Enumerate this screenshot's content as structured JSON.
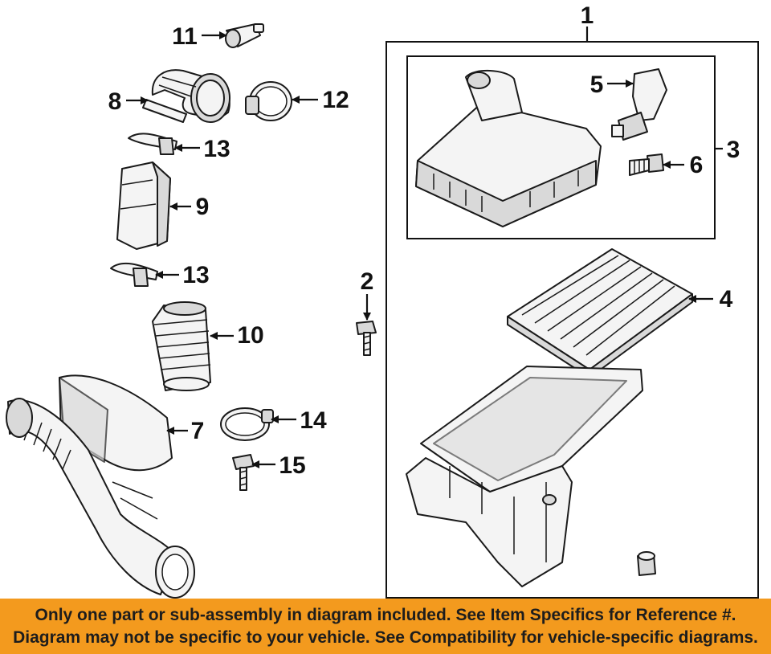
{
  "callouts": [
    "1",
    "2",
    "3",
    "4",
    "5",
    "6",
    "7",
    "8",
    "9",
    "10",
    "11",
    "12",
    "13",
    "13",
    "14",
    "15"
  ],
  "banner": {
    "line1": "Only one part or sub-assembly in diagram included. See Item Specifics for Reference #.",
    "line2": "Diagram may not be specific to your vehicle. See Compatibility for vehicle-specific diagrams."
  },
  "colors": {
    "banner": "#f39a1e",
    "ink": "#111111"
  }
}
